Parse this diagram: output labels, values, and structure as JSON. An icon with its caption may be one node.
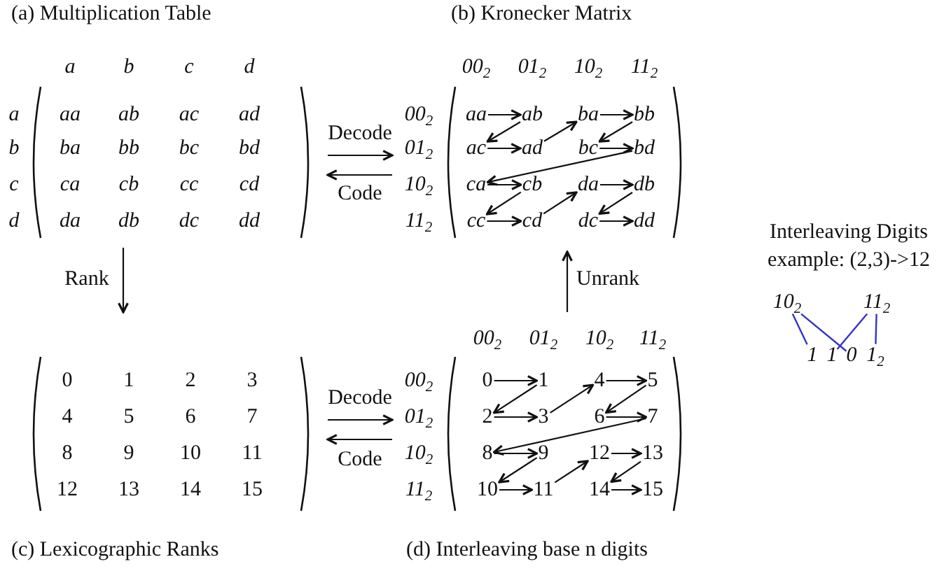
{
  "diagram": {
    "nodes": [
      {
        "text": [
          "(a) Multiplication Table"
        ]
      },
      {
        "text": [
          "(b) Kronecker Matrix"
        ]
      },
      {
        "text": [
          "aa"
        ],
        "in": 1
      },
      {
        "text": [
          "ab"
        ],
        "in": 1
      },
      {
        "text": [
          "ba"
        ],
        "in": 1
      },
      {
        "text": [
          "bb"
        ],
        "in": 1
      },
      {
        "text": [
          "ac"
        ],
        "in": 1
      },
      {
        "text": [
          "ad"
        ],
        "in": 1
      },
      {
        "text": [
          "bc"
        ],
        "in": 1
      },
      {
        "text": [
          "bd"
        ],
        "in": 1
      },
      {
        "text": [
          "ca"
        ],
        "in": 1
      },
      {
        "text": [
          "cb"
        ],
        "in": 1
      },
      {
        "text": [
          "da"
        ],
        "in": 1
      },
      {
        "text": [
          "db"
        ],
        "in": 1
      },
      {
        "text": [
          "cc"
        ],
        "in": 1
      },
      {
        "text": [
          "cd"
        ],
        "in": 1
      },
      {
        "text": [
          "dc"
        ],
        "in": 1
      },
      {
        "text": [
          "dd"
        ],
        "in": 1
      },
      {
        "text": [
          "(c) Lexicographic Ranks"
        ]
      },
      {
        "text": [
          "(d) Interleaving base n digits"
        ]
      },
      {
        "text": [
          "0"
        ],
        "in": 19
      },
      {
        "text": [
          "1"
        ],
        "in": 19
      },
      {
        "text": [
          "4"
        ],
        "in": 19
      },
      {
        "text": [
          "5"
        ],
        "in": 19
      },
      {
        "text": [
          "2"
        ],
        "in": 19
      },
      {
        "text": [
          "3"
        ],
        "in": 19
      },
      {
        "text": [
          "6"
        ],
        "in": 19
      },
      {
        "text": [
          "7"
        ],
        "in": 19
      },
      {
        "text": [
          "8"
        ],
        "in": 19
      },
      {
        "text": [
          "9"
        ],
        "in": 19
      },
      {
        "text": [
          "12"
        ],
        "in": 19
      },
      {
        "text": [
          "13"
        ],
        "in": 19
      },
      {
        "text": [
          "10"
        ],
        "in": 19
      },
      {
        "text": [
          "11"
        ],
        "in": 19
      },
      {
        "text": [
          "14"
        ],
        "in": 19
      },
      {
        "text": [
          "15"
        ],
        "in": 19
      },
      {
        "text": [
          "10$_{2}$"
        ]
      },
      {
        "text": [
          "11$_{2}$"
        ]
      },
      {
        "text": [
          "1"
        ]
      },
      {
        "text": [
          "1"
        ]
      },
      {
        "text": [
          "0"
        ]
      },
      {
        "text": [
          "1$_{2}$"
        ]
      }
    ],
    "edges": [
      {
        "from": 0,
        "to": 1,
        "arrow": "to",
        "label": "Decode"
      },
      {
        "from": 1,
        "to": 0,
        "arrow": "to",
        "label": "Code"
      },
      {
        "from": 0,
        "to": 18,
        "arrow": "to",
        "label": "Rank"
      },
      {
        "from": 18,
        "to": 19,
        "arrow": "to",
        "label": "Decode"
      },
      {
        "from": 19,
        "to": 18,
        "arrow": "to",
        "label": "Code"
      },
      {
        "from": 19,
        "to": 1,
        "arrow": "to",
        "label": "Unrank"
      },
      {
        "from": 2,
        "to": 3,
        "arrow": "to"
      },
      {
        "from": 3,
        "to": 6,
        "arrow": "to"
      },
      {
        "from": 6,
        "to": 7,
        "arrow": "to"
      },
      {
        "from": 7,
        "to": 4,
        "arrow": "to"
      },
      {
        "from": 4,
        "to": 5,
        "arrow": "to"
      },
      {
        "from": 5,
        "to": 8,
        "arrow": "to"
      },
      {
        "from": 8,
        "to": 9,
        "arrow": "to"
      },
      {
        "from": 9,
        "to": 10,
        "arrow": "to"
      },
      {
        "from": 10,
        "to": 11,
        "arrow": "to"
      },
      {
        "from": 11,
        "to": 14,
        "arrow": "to"
      },
      {
        "from": 14,
        "to": 15,
        "arrow": "to"
      },
      {
        "from": 15,
        "to": 12,
        "arrow": "to"
      },
      {
        "from": 12,
        "to": 13,
        "arrow": "to"
      },
      {
        "from": 13,
        "to": 16,
        "arrow": "to"
      },
      {
        "from": 16,
        "to": 17,
        "arrow": "to"
      },
      {
        "from": 20,
        "to": 21,
        "arrow": "to"
      },
      {
        "from": 21,
        "to": 24,
        "arrow": "to"
      },
      {
        "from": 24,
        "to": 25,
        "arrow": "to"
      },
      {
        "from": 25,
        "to": 22,
        "arrow": "to"
      },
      {
        "from": 22,
        "to": 23,
        "arrow": "to"
      },
      {
        "from": 23,
        "to": 26,
        "arrow": "to"
      },
      {
        "from": 26,
        "to": 27,
        "arrow": "to"
      },
      {
        "from": 27,
        "to": 28,
        "arrow": "to"
      },
      {
        "from": 28,
        "to": 29,
        "arrow": "to"
      },
      {
        "from": 29,
        "to": 32,
        "arrow": "to"
      },
      {
        "from": 32,
        "to": 33,
        "arrow": "to"
      },
      {
        "from": 33,
        "to": 30,
        "arrow": "to"
      },
      {
        "from": 30,
        "to": 31,
        "arrow": "to"
      },
      {
        "from": 31,
        "to": 34,
        "arrow": "to"
      },
      {
        "from": 34,
        "to": 35,
        "arrow": "to"
      },
      {
        "from": 36,
        "to": 38,
        "arrow": "none",
        "color": "#3333cc"
      },
      {
        "from": 36,
        "to": 40,
        "arrow": "none",
        "color": "#3333cc"
      },
      {
        "from": 37,
        "to": 39,
        "arrow": "none",
        "color": "#3333cc"
      },
      {
        "from": 37,
        "to": 41,
        "arrow": "none",
        "color": "#3333cc"
      }
    ],
    "labels": [
      "a",
      "b",
      "c",
      "d",
      "a",
      "aa",
      "ab",
      "ac",
      "ad",
      "b",
      "ba",
      "bb",
      "bc",
      "bd",
      "c",
      "ca",
      "cb",
      "cc",
      "cd",
      "d",
      "da",
      "db",
      "dc",
      "dd",
      "00$_{2}$",
      "01$_{2}$",
      "10$_{2}$",
      "11$_{2}$",
      "00$_{2}$",
      "01$_{2}$",
      "10$_{2}$",
      "11$_{2}$",
      "Interleaving Digits",
      "example: (2,3)->12",
      "0",
      "1",
      "2",
      "3",
      "4",
      "5",
      "6",
      "7",
      "8",
      "9",
      "10",
      "11",
      "12",
      "13",
      "14",
      "15",
      "00$_{2}$",
      "01$_{2}$",
      "10$_{2}$",
      "11$_{2}$",
      "00$_{2}$",
      "01$_{2}$",
      "10$_{2}$",
      "11$_{2}$"
    ]
  }
}
